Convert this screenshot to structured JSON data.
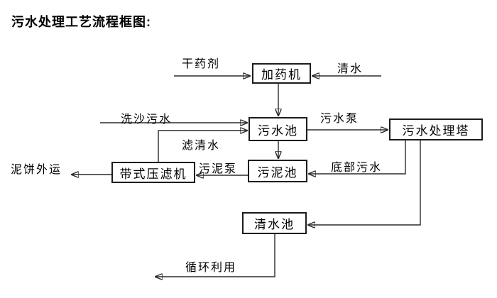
{
  "title": "污水处理工艺流程框图:",
  "nodes": {
    "dosing_machine": "加药机",
    "sewage_pool": "污水池",
    "treatment_tower": "污水处理塔",
    "sludge_pool": "污泥池",
    "belt_filter_press": "带式压滤机",
    "clean_water_pool": "清水池"
  },
  "labels": {
    "dry_agent": "干药剂",
    "clean_water": "清水",
    "sand_washing_sewage": "洗沙污水",
    "filtered_water": "滤清水",
    "sewage_pump": "污水泵",
    "bottom_sewage": "底部污水",
    "sludge_pump": "污泥泵",
    "mud_cake_out": "泥饼外运",
    "recycle_use": "循环利用"
  },
  "connectors": [
    {
      "label": "干药剂",
      "from": "外部",
      "to": "加药机"
    },
    {
      "label": "清水",
      "from": "外部",
      "to": "加药机"
    },
    {
      "label": "",
      "from": "加药机",
      "to": "污水池"
    },
    {
      "label": "洗沙污水",
      "from": "外部",
      "to": "污水池"
    },
    {
      "label": "滤清水",
      "from": "带式压滤机",
      "to": "污水池"
    },
    {
      "label": "污水泵",
      "from": "污水池",
      "to": "污水处理塔"
    },
    {
      "label": "",
      "from": "污水池",
      "to": "污泥池"
    },
    {
      "label": "底部污水",
      "from": "污水处理塔",
      "to": "污泥池"
    },
    {
      "label": "污泥泵",
      "from": "污泥池",
      "to": "带式压滤机"
    },
    {
      "label": "泥饼外运",
      "from": "带式压滤机",
      "to": "外运"
    },
    {
      "label": "",
      "from": "污水处理塔",
      "to": "清水池"
    },
    {
      "label": "循环利用",
      "from": "清水池",
      "to": "回用"
    }
  ],
  "colors": {
    "background": "#ffffff",
    "line": "#2b2b2b",
    "text": "#000000",
    "box_border": "#1c1c1c"
  }
}
